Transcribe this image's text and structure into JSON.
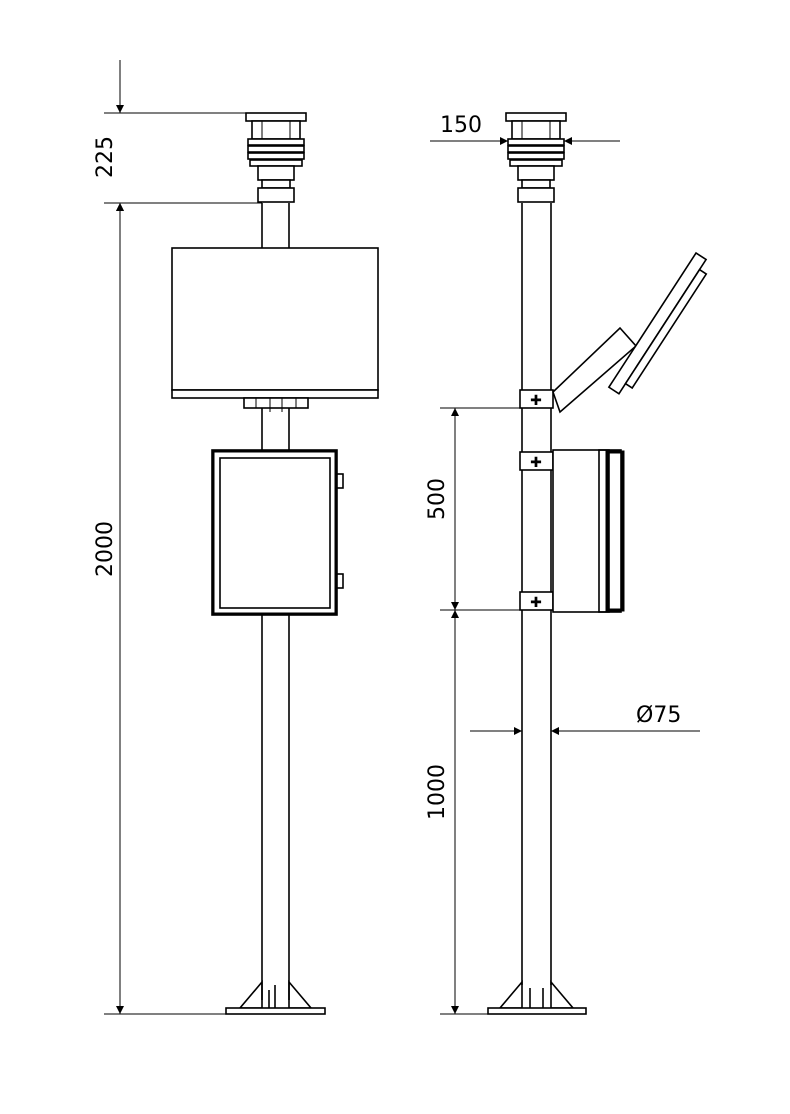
{
  "dimensions": {
    "sensor_height": "225",
    "sensor_width": "150",
    "pole_height": "2000",
    "mount_spacing": "500",
    "box_height_from_ground": "1000",
    "pole_diameter": "Ø75"
  }
}
